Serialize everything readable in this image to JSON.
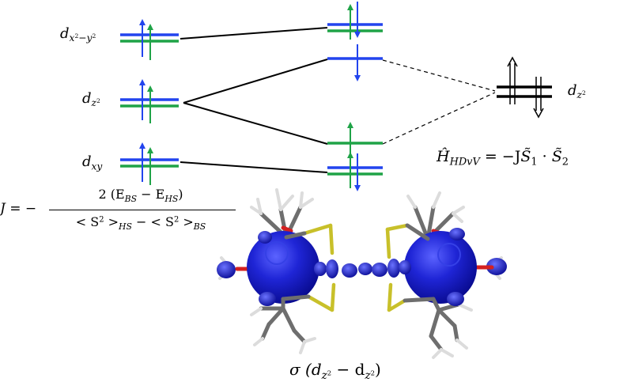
{
  "colors": {
    "alpha_spin": "#2244ee",
    "beta_spin": "#1fa347",
    "coupled_level": "#000000",
    "density": "#1a1fcc",
    "bond_sulfur": "#c8c02a",
    "bond_oxygen": "#d42020",
    "bond_carbon": "#6e6e6e",
    "hydrogen": "#e8e8e8"
  },
  "orbital_labels": {
    "dx2y2": {
      "base": "d",
      "sub": "x",
      "sub_sup": "2",
      "sub_mid": "−y",
      "sub_sup2": "2"
    },
    "dz2_left": {
      "base": "d",
      "sub": "z",
      "sub_sup": "2"
    },
    "dxy": {
      "base": "d",
      "sub": "xy"
    },
    "dz2_right": {
      "base": "d",
      "sub": "z",
      "sub_sup": "2"
    }
  },
  "hamiltonian": {
    "lhs_op": "Ĥ",
    "lhs_sub": "HDvV",
    "rhs": "= −J",
    "s1": "S̃",
    "s1_sub": "1",
    "dot": "·",
    "s2": "S̃",
    "s2_sub": "2"
  },
  "coupling_formula": {
    "lhs": "J = −",
    "numerator": "2 (E_BS − E_HS)",
    "num_parts": [
      "2 (E",
      "BS",
      " − E",
      "HS",
      ")"
    ],
    "den_parts": [
      "< S",
      "2",
      " >",
      "HS",
      " − < S",
      "2",
      " >",
      "BS"
    ]
  },
  "density_caption": {
    "sigma": "σ (d",
    "z1": "z",
    "sup1": "2",
    "minus": " − d",
    "z2": "z",
    "sup2": "2",
    "close": ")"
  }
}
